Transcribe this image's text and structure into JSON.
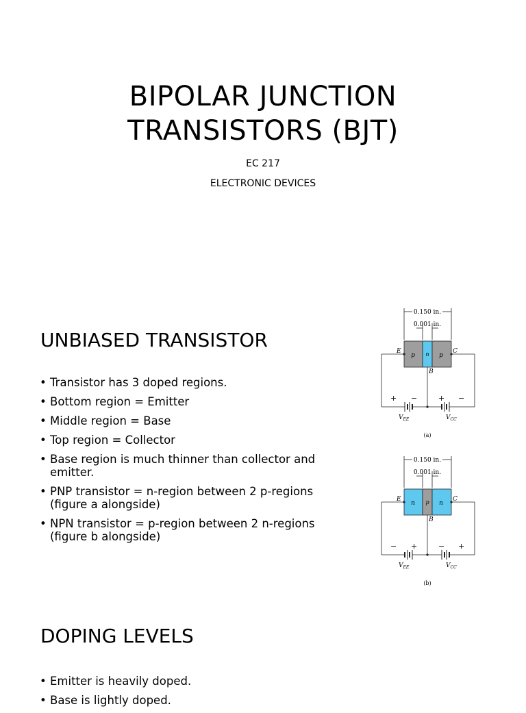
{
  "title_slide": {
    "title_line1": "BIPOLAR JUNCTION",
    "title_line2": "TRANSISTORS (BJT)",
    "course_code": "EC 217",
    "course_name": "ELECTRONIC DEVICES"
  },
  "unbiased": {
    "heading": "UNBIASED TRANSISTOR",
    "bullets": [
      "Transistor has 3 doped regions.",
      "Bottom region = Emitter",
      "Middle region = Base",
      "Top region = Collector",
      "Base region is much thinner than collector and emitter.",
      "PNP transistor = n-region between 2 p-regions (figure a alongside)",
      "NPN transistor = p-region between 2 n-regions (figure b alongside)"
    ]
  },
  "figures": {
    "colors": {
      "gray": "#9e9e9e",
      "blue": "#5ec8ef",
      "line": "#222222"
    },
    "fig_a": {
      "dim_total": "0.150 in.",
      "dim_base": "0.001 in.",
      "label_e": "E",
      "label_c": "C",
      "label_b": "B",
      "region_left": "p",
      "region_mid": "n",
      "region_right": "p",
      "vee": "V",
      "vee_sub": "EE",
      "vcc": "V",
      "vcc_sub": "CC",
      "left_plus": "+",
      "left_minus": "−",
      "right_plus": "+",
      "right_minus": "−",
      "caption": "(a)"
    },
    "fig_b": {
      "dim_total": "0.150 in.",
      "dim_base": "0.001 in.",
      "label_e": "E",
      "label_c": "C",
      "label_b": "B",
      "region_left": "n",
      "region_mid": "p",
      "region_right": "n",
      "vee": "V",
      "vee_sub": "EE",
      "vcc": "V",
      "vcc_sub": "CC",
      "left_minus": "−",
      "left_plus": "+",
      "right_minus": "−",
      "right_plus": "+",
      "caption": "(b)"
    }
  },
  "doping": {
    "heading": "DOPING LEVELS",
    "bullets": [
      "Emitter is heavily doped.",
      "Base is lightly doped."
    ]
  }
}
